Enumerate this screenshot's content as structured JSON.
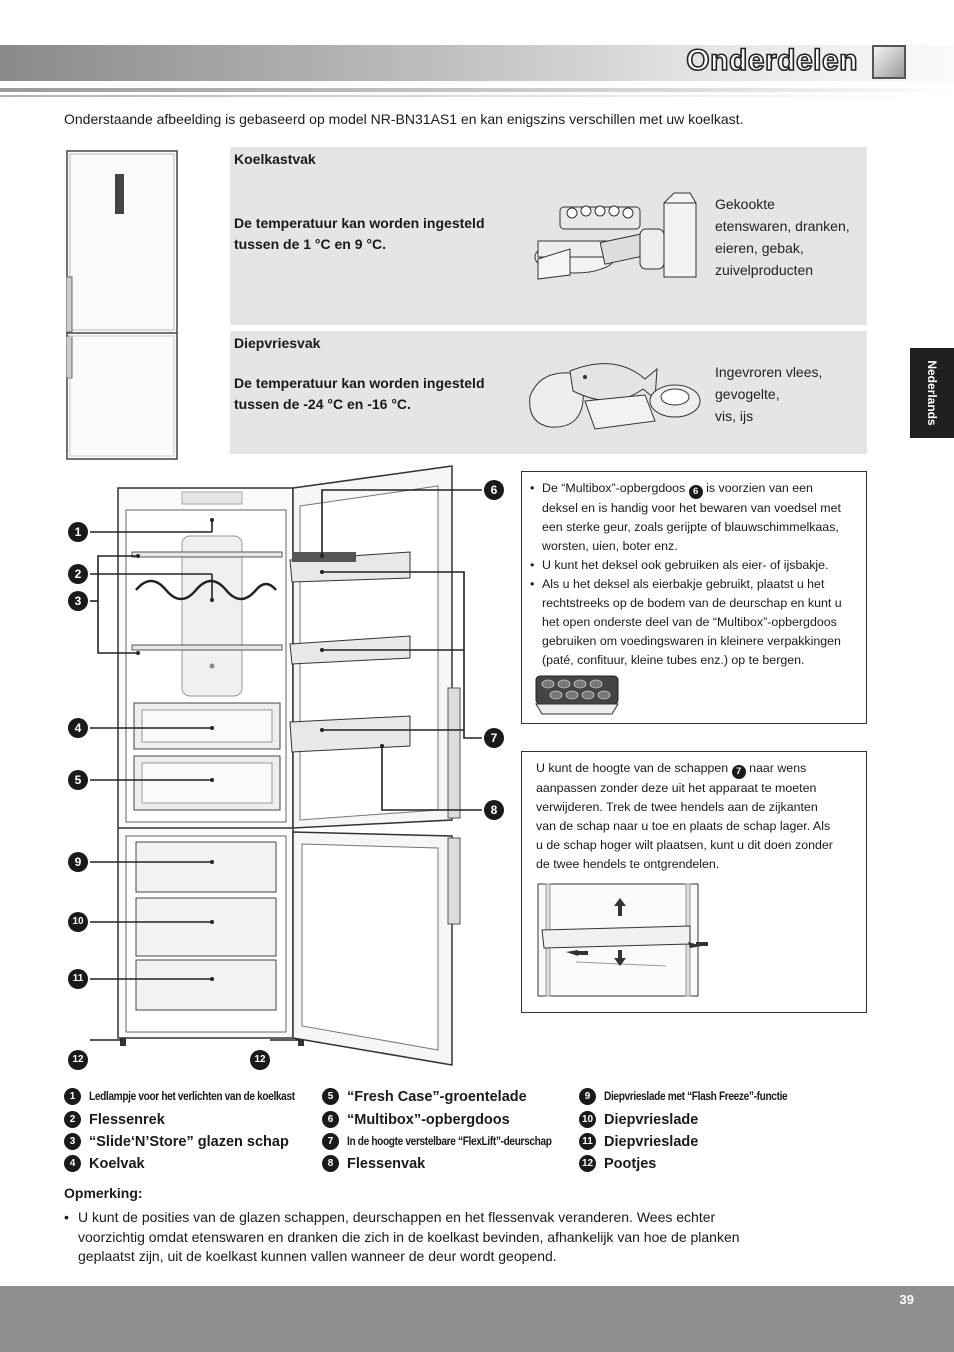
{
  "header": {
    "title": "Onderdelen"
  },
  "intro": "Onderstaande afbeelding is gebaseerd op model NR-BN31AS1 en kan enigszins verschillen met uw koelkast.",
  "fridge_section": {
    "title": "Koelkastvak",
    "temp_line1": "De temperatuur kan worden ingesteld",
    "temp_line2": "tussen de 1 °C en 9 °C.",
    "desc": [
      "Gekookte",
      "etenswaren, dranken,",
      "eieren, gebak,",
      "zuivelproducten"
    ]
  },
  "freezer_section": {
    "title": "Diepvriesvak",
    "temp_line1": "De temperatuur kan worden ingesteld",
    "temp_line2": "tussen de -24 °C en -16 °C.",
    "desc": [
      "Ingevroren vlees,",
      "gevogelte,",
      "vis, ijs"
    ]
  },
  "side_tab": "Nederlands",
  "multibox_info": {
    "b1_pre": "De “Multibox”-opbergdoos",
    "b1_num": "6",
    "b1_post": "is voorzien van een",
    "b1_rest": [
      "deksel en is handig voor het bewaren van voedsel met",
      "een sterke geur, zoals gerijpte of blauwschimmelkaas,",
      "worsten, uien, boter enz."
    ],
    "b2": "U kunt het deksel ook gebruiken als eier- of ijsbakje.",
    "b3": [
      "Als u het deksel als eierbakje gebruikt, plaatst u het",
      "rechtstreeks op de bodem van de deurschap en kunt u",
      "het open onderste deel van de “Multibox”-opbergdoos",
      "gebruiken om voedingswaren in kleinere verpakkingen",
      "(paté, confituur, kleine tubes enz.) op te bergen."
    ]
  },
  "flexlift_info": {
    "l1_pre": "U kunt de hoogte van de schappen",
    "l1_num": "7",
    "l1_post": "naar wens",
    "rest": [
      "aanpassen zonder deze uit het apparaat te moeten",
      "verwijderen. Trek de twee hendels aan de zijkanten",
      "van de schap naar u toe en plaats de schap lager. Als",
      "u de schap hoger wilt plaatsen, kunt u dit doen zonder",
      "de twee hendels te ontgrendelen."
    ]
  },
  "callouts": [
    "1",
    "2",
    "3",
    "4",
    "5",
    "9",
    "10",
    "11",
    "12",
    "12",
    "6",
    "7",
    "8"
  ],
  "legend": [
    {
      "n": "1",
      "t": "Ledlampje voor het verlichten van de koelkast",
      "cond": true
    },
    {
      "n": "2",
      "t": "Flessenrek"
    },
    {
      "n": "3",
      "t": "“Slide‘N’Store” glazen schap"
    },
    {
      "n": "4",
      "t": "Koelvak"
    },
    {
      "n": "5",
      "t": "“Fresh Case”-groentelade"
    },
    {
      "n": "6",
      "t": "“Multibox”-opbergdoos"
    },
    {
      "n": "7",
      "t": "In de hoogte verstelbare “FlexLift”-deurschap",
      "cond": true
    },
    {
      "n": "8",
      "t": "Flessenvak"
    },
    {
      "n": "9",
      "t": "Diepvrieslade met “Flash Freeze”-functie",
      "cond": true
    },
    {
      "n": "10",
      "t": "Diepvrieslade"
    },
    {
      "n": "11",
      "t": "Diepvrieslade"
    },
    {
      "n": "12",
      "t": "Pootjes"
    }
  ],
  "note": {
    "heading": "Opmerking:",
    "bullet": "•",
    "lines": [
      "U kunt de posities van de glazen schappen, deurschappen en het flessenvak veranderen. Wees echter",
      "voorzichtig omdat etenswaren en dranken die zich in de koelkast bevinden, afhankelijk van hoe de planken",
      "geplaatst zijn, uit de koelkast kunnen vallen wanneer de deur wordt geopend."
    ]
  },
  "page_number": "39"
}
